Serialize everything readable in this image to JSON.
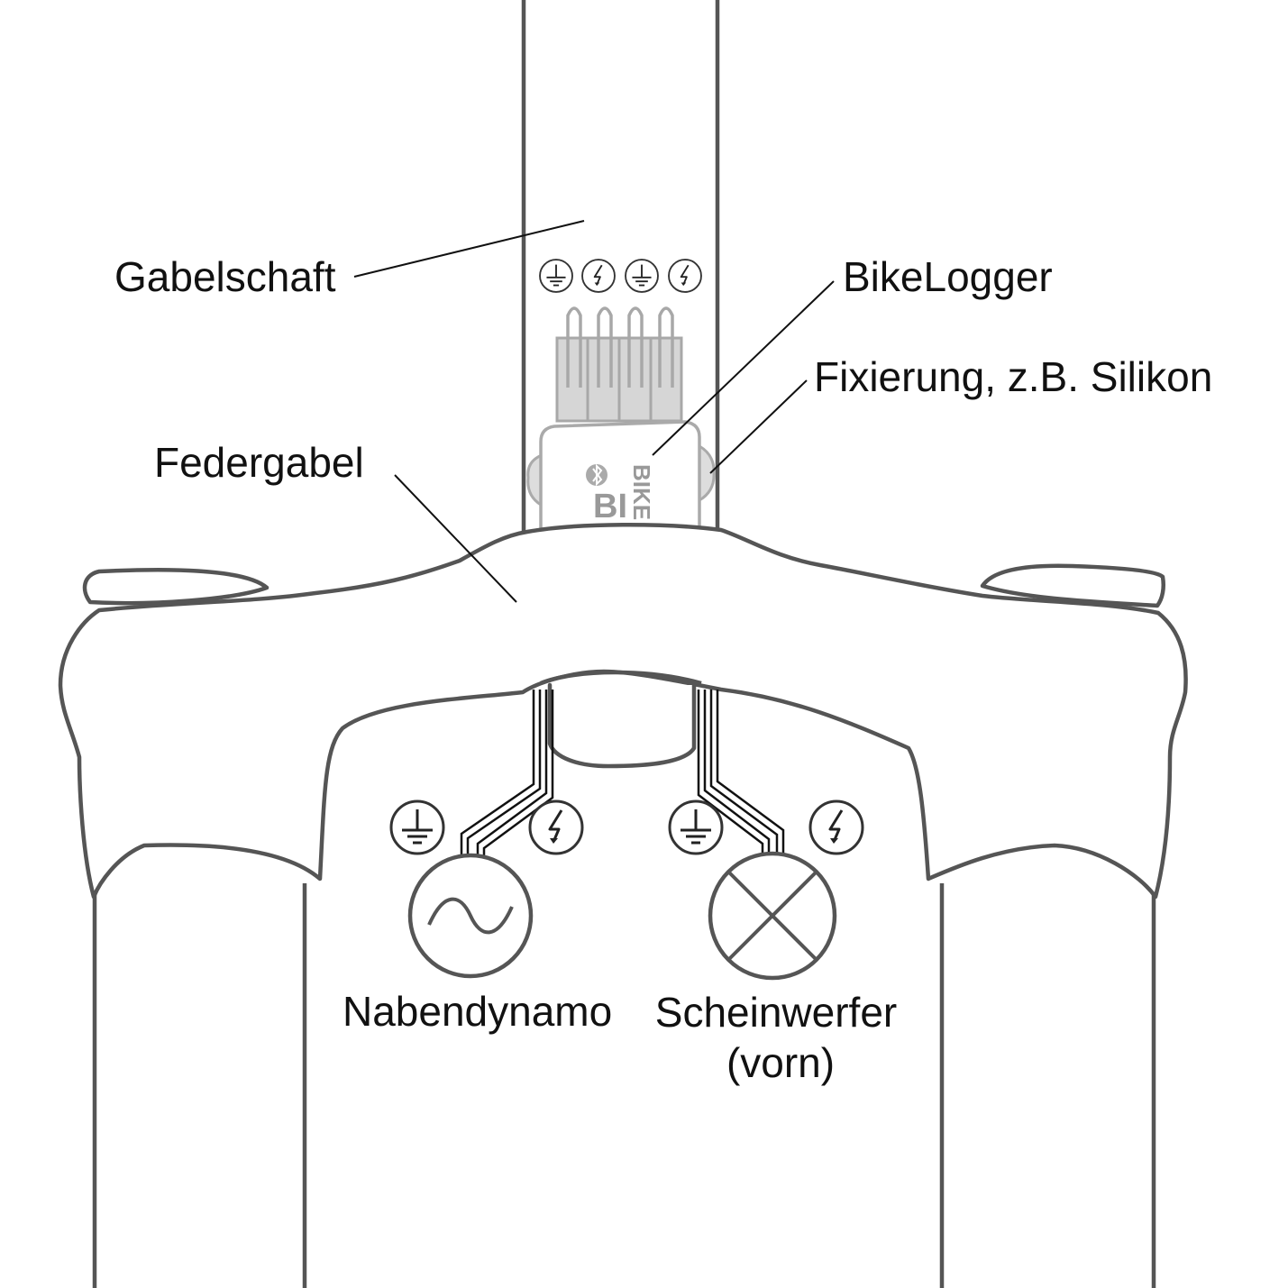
{
  "labels": {
    "gabelschaft": "Gabelschaft",
    "bikelogger": "BikeLogger",
    "fixierung": "Fixierung, z.B. Silikon",
    "federgabel": "Federgabel",
    "nabendynamo": "Nabendynamo",
    "scheinwerfer_line1": "Scheinwerfer",
    "scheinwerfer_line2": "(vorn)"
  },
  "device_branding": {
    "vertical_text": "BIKE",
    "front_text": "BI"
  },
  "colors": {
    "outline": "#555555",
    "connector_fill": "#d6d6d6",
    "connector_stroke": "#a8a8a8",
    "text": "#111111"
  },
  "icons": {
    "ground": "ground-symbol-icon",
    "lightning": "lightning-symbol-icon",
    "dynamo": "ac-generator-icon",
    "lamp": "lamp-cross-icon",
    "bluetooth": "bluetooth-icon"
  }
}
